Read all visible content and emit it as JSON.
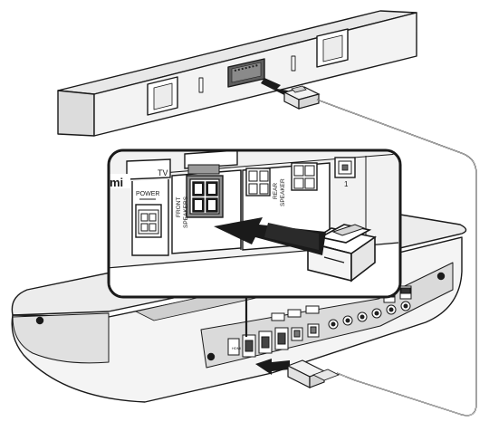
{
  "labels": {
    "tv": "TV",
    "brand": "mi",
    "power": "POWER",
    "front_speakers_line1": "FRONT",
    "front_speakers_line2": "SPEAKERS",
    "rear_speakers_line1": "REAR",
    "rear_speakers_line2": "SPEAKER",
    "optical_number": "1",
    "hdmi_small": "HDMI"
  },
  "colors": {
    "outline": "#1a1a1a",
    "body_light": "#f1f1f1",
    "body_shade": "#d9d9d9",
    "body_dark": "#bdbdbd",
    "arrow": "#1a1a1a",
    "port_dark": "#6e6e6e"
  }
}
